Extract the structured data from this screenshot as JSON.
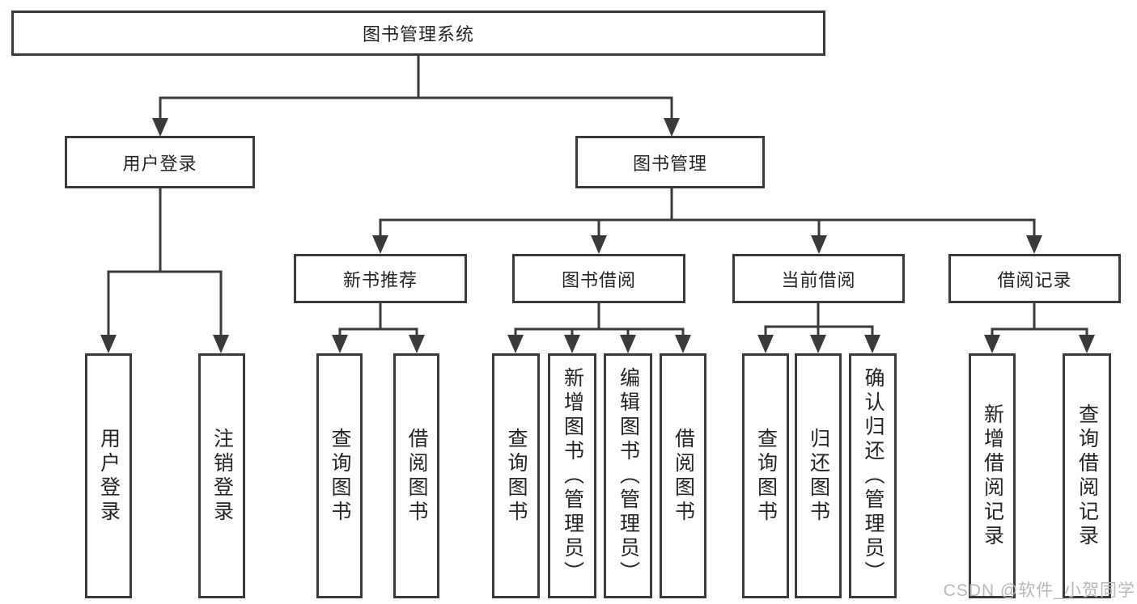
{
  "diagram": {
    "root": "图书管理系统",
    "branches": [
      {
        "label": "用户登录",
        "children": [
          "用户登录",
          "注销登录"
        ]
      },
      {
        "label": "图书管理",
        "sections": [
          {
            "label": "新书推荐",
            "children": [
              "查询图书",
              "借阅图书"
            ]
          },
          {
            "label": "图书借阅",
            "children": [
              "查询图书",
              "新增图书（管理员）",
              "编辑图书（管理员）",
              "借阅图书"
            ]
          },
          {
            "label": "当前借阅",
            "children": [
              "查询图书",
              "归还图书",
              "确认归还（管理员）"
            ]
          },
          {
            "label": "借阅记录",
            "children": [
              "新增借阅记录",
              "查询借阅记录"
            ]
          }
        ]
      }
    ]
  },
  "watermark": "CSDN @软件_小贺同学",
  "colors": {
    "line": "#3a3a3a",
    "text": "#242424",
    "watermark": "#b8b8b8",
    "background": "#ffffff"
  }
}
